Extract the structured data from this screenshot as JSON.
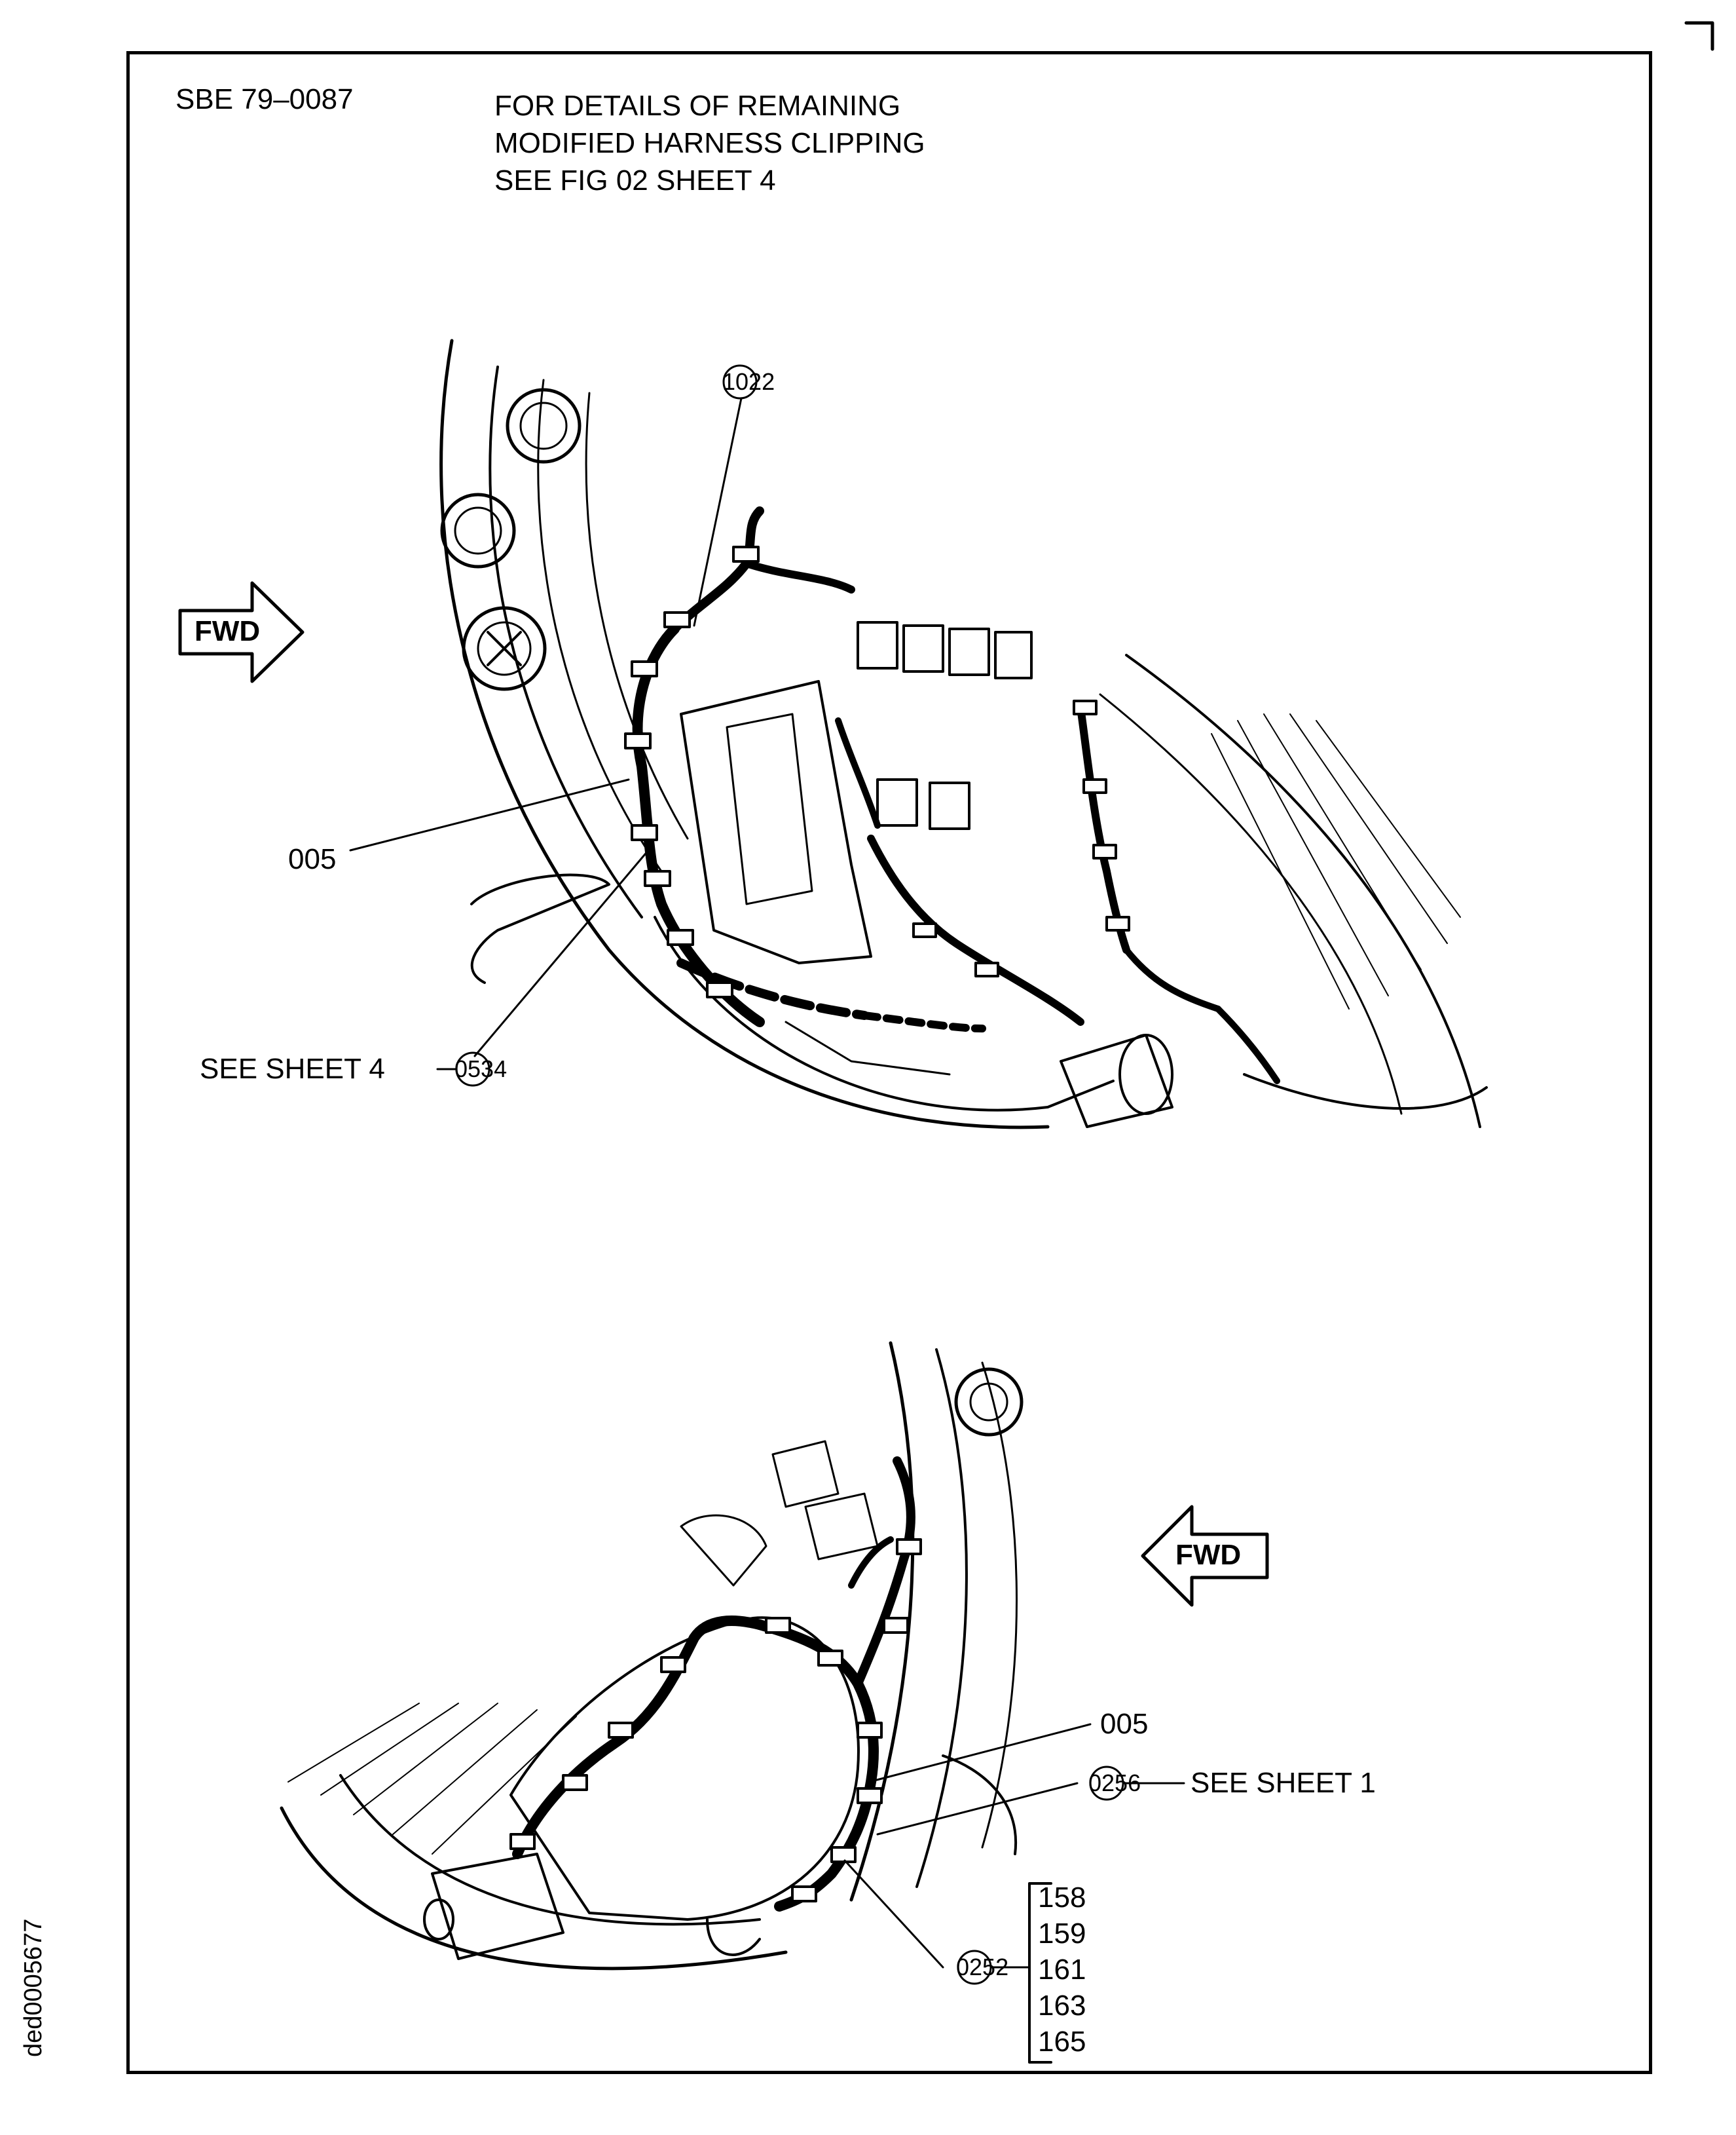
{
  "header": {
    "reference": "SBE 79–0087",
    "note_lines": [
      "FOR DETAILS OF REMAINING",
      "MODIFIED HARNESS CLIPPING",
      "SEE FIG 02 SHEET 4"
    ]
  },
  "top_view": {
    "fwd_label": "FWD",
    "callouts": {
      "clip_1022": "1022",
      "harness_005": "005",
      "clip_0534": "0534",
      "see_sheet_0534": "SEE SHEET 4"
    }
  },
  "bottom_view": {
    "fwd_label": "FWD",
    "callouts": {
      "harness_005": "005",
      "clip_0256": "0256",
      "see_sheet_0256": "SEE SHEET 1",
      "clip_0252": "0252",
      "parts_0252": [
        "158",
        "159",
        "161",
        "163",
        "165"
      ]
    }
  },
  "document_id": "ded0005677",
  "colors": {
    "ink": "#000000",
    "paper": "#ffffff"
  }
}
